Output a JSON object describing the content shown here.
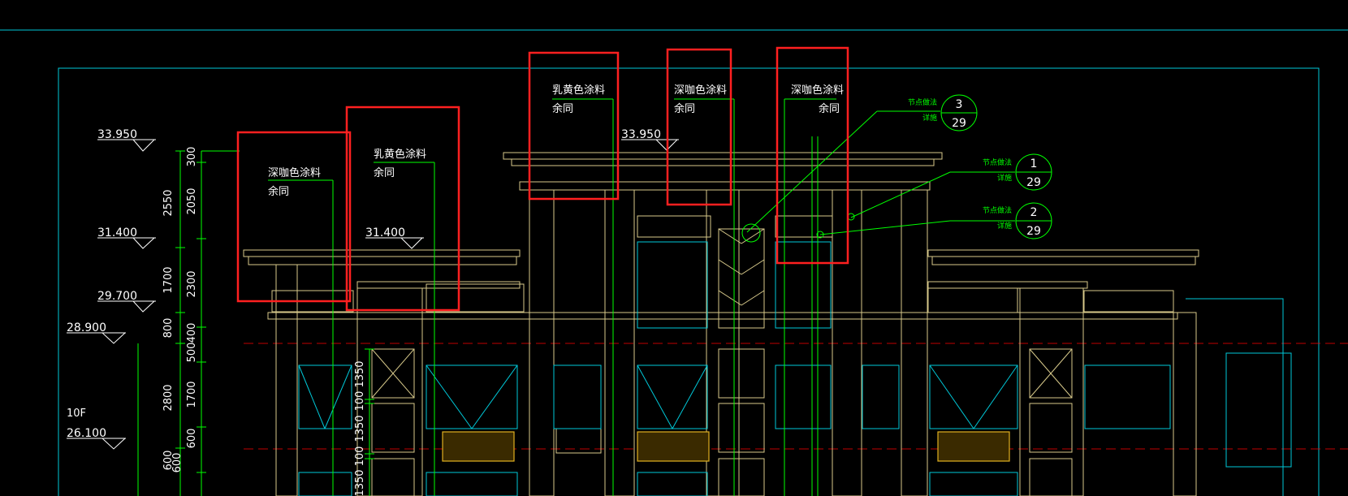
{
  "levels": [
    "33.950",
    "31.400",
    "29.700",
    "28.900",
    "26.100",
    "31.400",
    "33.950"
  ],
  "floor_label": "10F",
  "dims_outer": [
    "2550",
    "1700",
    "800",
    "2800",
    "600"
  ],
  "dims_inner": [
    "300",
    "2050",
    "2300",
    "400",
    "500",
    "1700",
    "600",
    "600"
  ],
  "dims_mid": [
    "1350",
    "100",
    "1350",
    "100",
    "1350"
  ],
  "notes": [
    {
      "line1": "深咖色涂料",
      "line2": "余同"
    },
    {
      "line1": "乳黄色涂料",
      "line2": "余同"
    },
    {
      "line1": "乳黄色涂料",
      "line2": "余同"
    },
    {
      "line1": "深咖色涂料",
      "line2": "余同"
    },
    {
      "line1": "深咖色涂料",
      "line2": "余同"
    }
  ],
  "callouts": [
    {
      "top": "3",
      "bottom": "29",
      "label1": "节点做法",
      "label2": "详施"
    },
    {
      "top": "1",
      "bottom": "29",
      "label1": "节点做法",
      "label2": "详施"
    },
    {
      "top": "2",
      "bottom": "29",
      "label1": "节点做法",
      "label2": "详施"
    }
  ],
  "colors": {
    "background": "#000000",
    "highlight": "#ff2020",
    "annotation": "#00ff00",
    "outline": "#d7c98a",
    "glazing": "#00c8d8"
  }
}
